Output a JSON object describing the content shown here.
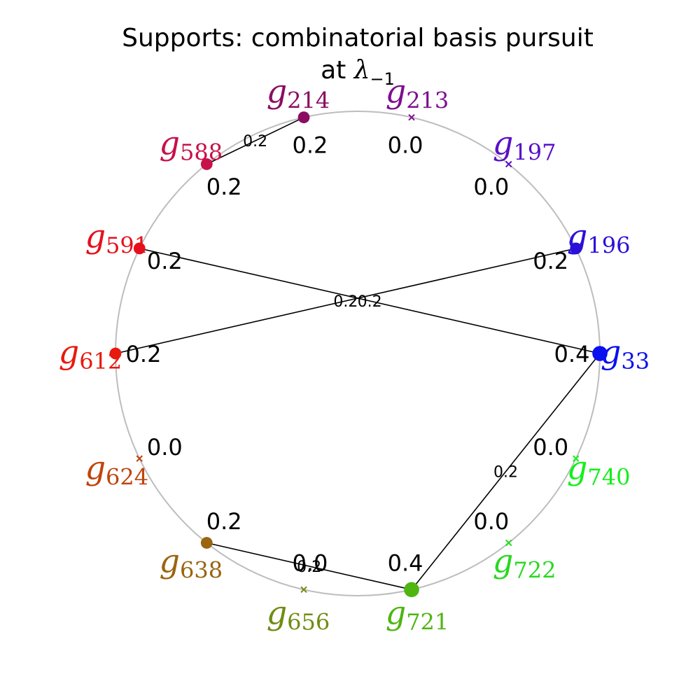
{
  "title": {
    "line1": "Supports: combinatorial basis pursuit",
    "line2_prefix": "at ",
    "lambda": "λ",
    "lambda_sub": "−1"
  },
  "nodes": [
    {
      "id": "214",
      "name": "g",
      "index": "214",
      "value": "0.2",
      "color": "#8b0d63",
      "active": true,
      "weight": 0.2
    },
    {
      "id": "213",
      "name": "g",
      "index": "213",
      "value": "0.0",
      "color": "#7e0f8f",
      "active": false,
      "weight": 0.0
    },
    {
      "id": "197",
      "name": "g",
      "index": "197",
      "value": "0.0",
      "color": "#5a0fc7",
      "active": false,
      "weight": 0.0
    },
    {
      "id": "196",
      "name": "g",
      "index": "196",
      "value": "0.2",
      "color": "#2a10d8",
      "active": true,
      "weight": 0.2
    },
    {
      "id": "33",
      "name": "g",
      "index": "33",
      "value": "0.4",
      "color": "#0a10ee",
      "active": true,
      "weight": 0.4
    },
    {
      "id": "740",
      "name": "g",
      "index": "740",
      "value": "0.0",
      "color": "#13f01a",
      "active": false,
      "weight": 0.0
    },
    {
      "id": "722",
      "name": "g",
      "index": "722",
      "value": "0.0",
      "color": "#28d820",
      "active": false,
      "weight": 0.0
    },
    {
      "id": "721",
      "name": "g",
      "index": "721",
      "value": "0.4",
      "color": "#4eb511",
      "active": true,
      "weight": 0.4
    },
    {
      "id": "656",
      "name": "g",
      "index": "656",
      "value": "0.0",
      "color": "#6f8c12",
      "active": false,
      "weight": 0.0
    },
    {
      "id": "638",
      "name": "g",
      "index": "638",
      "value": "0.2",
      "color": "#9a6410",
      "active": true,
      "weight": 0.2
    },
    {
      "id": "624",
      "name": "g",
      "index": "624",
      "value": "0.0",
      "color": "#c0440d",
      "active": false,
      "weight": 0.0
    },
    {
      "id": "612",
      "name": "g",
      "index": "612",
      "value": "0.2",
      "color": "#e8190e",
      "active": true,
      "weight": 0.2
    },
    {
      "id": "591",
      "name": "g",
      "index": "591",
      "value": "0.2",
      "color": "#e5101c",
      "active": true,
      "weight": 0.2
    },
    {
      "id": "588",
      "name": "g",
      "index": "588",
      "value": "0.2",
      "color": "#c8104a",
      "active": true,
      "weight": 0.2
    }
  ],
  "edges": [
    {
      "from": "588",
      "to": "214",
      "label": "0.2"
    },
    {
      "from": "591",
      "to": "33",
      "label": "0.2"
    },
    {
      "from": "612",
      "to": "196",
      "label": "0.2"
    },
    {
      "from": "33",
      "to": "721",
      "label": "0.2"
    },
    {
      "from": "638",
      "to": "721",
      "label": "0.2"
    }
  ],
  "colors": {
    "circle": "#bdbdbd",
    "edge": "#000000",
    "text": "#000000"
  }
}
